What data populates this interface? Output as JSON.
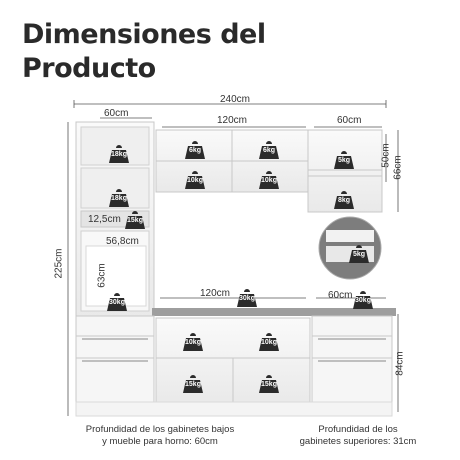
{
  "title": {
    "line1": "Dimensiones del",
    "line2": "Producto"
  },
  "dimensions": {
    "total_width": "240cm",
    "left_tower_width": "60cm",
    "upper_center_width": "120cm",
    "upper_right_width": "60cm",
    "upper_right_height": "50cm",
    "upper_right_outer_height": "66cm",
    "niche_height": "12,5cm",
    "oven_width": "56,8cm",
    "oven_height": "63cm",
    "total_height": "225cm",
    "tv_width": "120cm",
    "base_right_width": "60cm",
    "base_height": "84cm"
  },
  "weights": {
    "w18a": "18kg",
    "w18b": "18kg",
    "w15small": "15kg",
    "w30left": "30kg",
    "w6a": "6kg",
    "w6b": "6kg",
    "w10a": "10kg",
    "w10b": "10kg",
    "w5": "5kg",
    "w8": "8kg",
    "w5inset": "5kg",
    "w30center": "30kg",
    "w30right": "30kg",
    "w10c": "10kg",
    "w10d": "10kg",
    "w15a": "15kg",
    "w15b": "15kg"
  },
  "captions": {
    "left_line1": "Profundidad de los gabinetes bajos",
    "left_line2": "y mueble para horno: 60cm",
    "right_line1": "Profundidad de los",
    "right_line2": "gabinetes superiores: 31cm"
  },
  "colors": {
    "cabinet": "#f4f4f4",
    "edge": "#c8c8c8",
    "countertop": "#9a9a9a",
    "weight": "#2b2b2b"
  }
}
